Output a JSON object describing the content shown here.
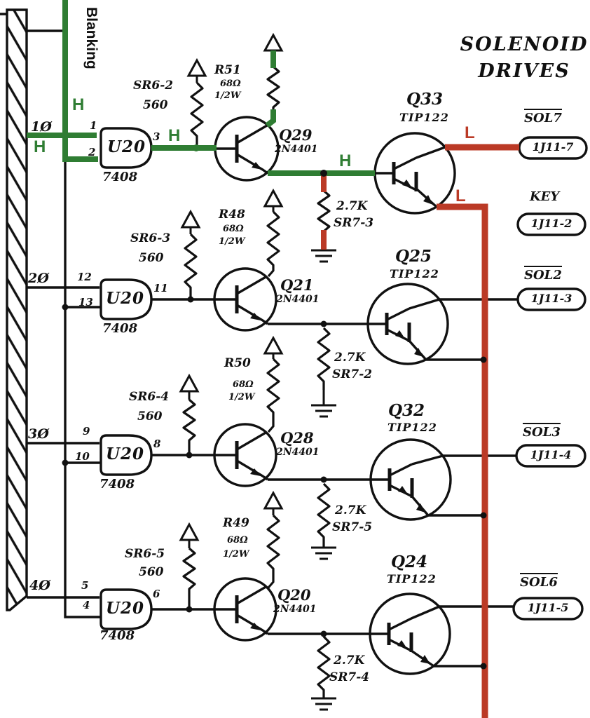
{
  "title": {
    "line1": "SOLENOID",
    "line2": "DRIVES"
  },
  "overlay": {
    "blanking": "Blanking",
    "high": "H",
    "low": "L"
  },
  "chip": {
    "name": "U20",
    "part": "7408"
  },
  "rows": [
    {
      "phase": "1Ø",
      "pin_a": "1",
      "pin_b": "2",
      "pin_out": "3",
      "pullup": {
        "ref": "SR6-2",
        "value": "560"
      },
      "coll_res": {
        "ref": "R51",
        "value": "68Ω",
        "watt": "1/2W"
      },
      "driver": {
        "ref": "Q29",
        "part": "2N4401"
      },
      "power": {
        "ref": "Q33",
        "part": "TIP122"
      },
      "emitter_res": {
        "value": "2.7K",
        "ref": "SR7-3"
      },
      "output": {
        "signal": "SOL7",
        "pin": "1J11-7"
      }
    },
    {
      "phase": "2Ø",
      "pin_a": "12",
      "pin_b": "13",
      "pin_out": "11",
      "pullup": {
        "ref": "SR6-3",
        "value": "560"
      },
      "coll_res": {
        "ref": "R48",
        "value": "68Ω",
        "watt": "1/2W"
      },
      "driver": {
        "ref": "Q21",
        "part": "2N4401"
      },
      "power": {
        "ref": "Q25",
        "part": "TIP122"
      },
      "emitter_res": {
        "value": "2.7K",
        "ref": "SR7-2"
      },
      "output": {
        "signal": "SOL2",
        "pin": "1J11-3"
      }
    },
    {
      "phase": "3Ø",
      "pin_a": "9",
      "pin_b": "10",
      "pin_out": "8",
      "pullup": {
        "ref": "SR6-4",
        "value": "560"
      },
      "coll_res": {
        "ref": "R50",
        "value": "68Ω",
        "watt": "1/2W"
      },
      "driver": {
        "ref": "Q28",
        "part": "2N4401"
      },
      "power": {
        "ref": "Q32",
        "part": "TIP122"
      },
      "emitter_res": {
        "value": "2.7K",
        "ref": "SR7-5"
      },
      "output": {
        "signal": "SOL3",
        "pin": "1J11-4"
      }
    },
    {
      "phase": "4Ø",
      "pin_a": "5",
      "pin_b": "4",
      "pin_out": "6",
      "pullup": {
        "ref": "SR6-5",
        "value": "560"
      },
      "coll_res": {
        "ref": "R49",
        "value": "68Ω",
        "watt": "1/2W"
      },
      "driver": {
        "ref": "Q20",
        "part": "2N4401"
      },
      "power": {
        "ref": "Q24",
        "part": "TIP122"
      },
      "emitter_res": {
        "value": "2.7K",
        "ref": "SR7-4"
      },
      "output": {
        "signal": "SOL6",
        "pin": "1J11-5"
      }
    }
  ],
  "key_output": {
    "signal": "KEY",
    "pin": "1J11-2"
  },
  "colors": {
    "trace_high": "#2f7d33",
    "trace_low": "#bb3a26",
    "ink": "#111111",
    "paper": "#ffffff"
  }
}
